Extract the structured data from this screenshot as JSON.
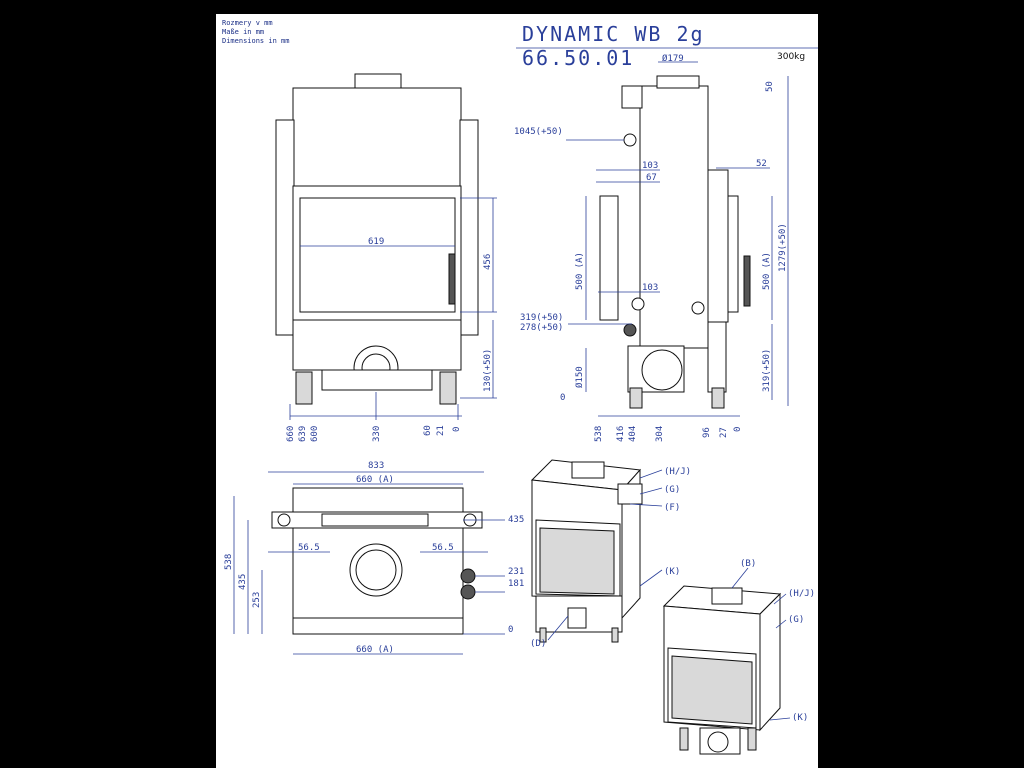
{
  "sheet": {
    "units": [
      "Rozmery v mm",
      "Maße in mm",
      "Dimensions in mm"
    ],
    "title": "DYNAMIC WB 2g 66.50.01",
    "weight": "300kg"
  },
  "front_view": {
    "labels": {
      "width_619": "619",
      "height_456": "456",
      "height_130": "130(+50)"
    },
    "bottom_dims": [
      "660",
      "639",
      "600",
      "330",
      "60",
      "21",
      "0"
    ]
  },
  "side_view": {
    "labels": {
      "d179": "Ø179",
      "h1045": "1045(+50)",
      "d103a": "103",
      "d67": "67",
      "d52": "52",
      "h500a": "500 (A)",
      "h500b": "500 (A)",
      "h1279": "1279(+50)",
      "d103b": "103",
      "h319a": "319(+50)",
      "h278": "278(+50)",
      "d150": "Ø150",
      "h319b": "319(+50)",
      "zero": "0",
      "h50": "50"
    },
    "bottom_dims": [
      "538",
      "416",
      "404",
      "304",
      "96",
      "27",
      "0"
    ]
  },
  "top_view": {
    "labels": {
      "w833": "833",
      "w660a": "660 (A)",
      "w660b": "660 (A)",
      "d56a": "56.5",
      "d56b": "56.5",
      "h538": "538",
      "h435a": "435",
      "h253": "253",
      "h435b": "435",
      "h231": "231",
      "h181": "181",
      "zero": "0"
    }
  },
  "iso_views": {
    "callouts": [
      "(H/J)",
      "(G)",
      "(F)",
      "(K)",
      "(D)",
      "(B)",
      "(H/J)",
      "(G)",
      "(K)"
    ]
  }
}
